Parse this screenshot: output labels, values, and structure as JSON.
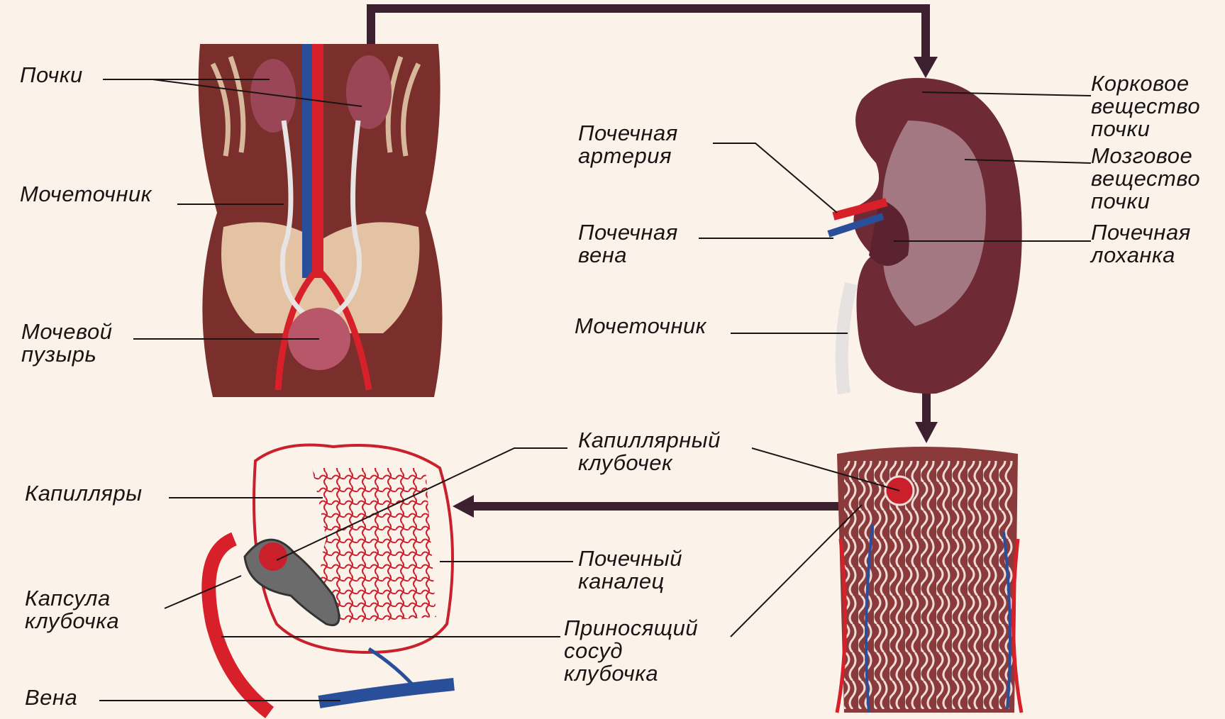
{
  "labels": {
    "kidneys": "Почки",
    "ureter_body": "Мочеточник",
    "bladder": [
      "Мочевой",
      "пузырь"
    ],
    "cortex": [
      "Корковое",
      "вещество",
      "почки"
    ],
    "medulla": [
      "Мозговое",
      "вещество",
      "почки"
    ],
    "renal_artery": [
      "Почечная",
      "артерия"
    ],
    "renal_vein": [
      "Почечная",
      "вена"
    ],
    "renal_pelvis": [
      "Почечная",
      "лоханка"
    ],
    "ureter_kidney": "Мочеточник",
    "glomerulus": [
      "Капиллярный",
      "клубочек"
    ],
    "capillaries": "Капилляры",
    "tubule": [
      "Почечный",
      "каналец"
    ],
    "capsule": [
      "Капсула",
      "клубочка"
    ],
    "afferent": [
      "Приносящий",
      "сосуд",
      "клубочка"
    ],
    "vein": "Вена"
  },
  "colors": {
    "background": "#fbf3ea",
    "arrow": "#3d2030",
    "artery": "#d8202a",
    "vein": "#2a4f9a",
    "tissue": "#7a2f2c",
    "kidney": "#6e2a35"
  }
}
